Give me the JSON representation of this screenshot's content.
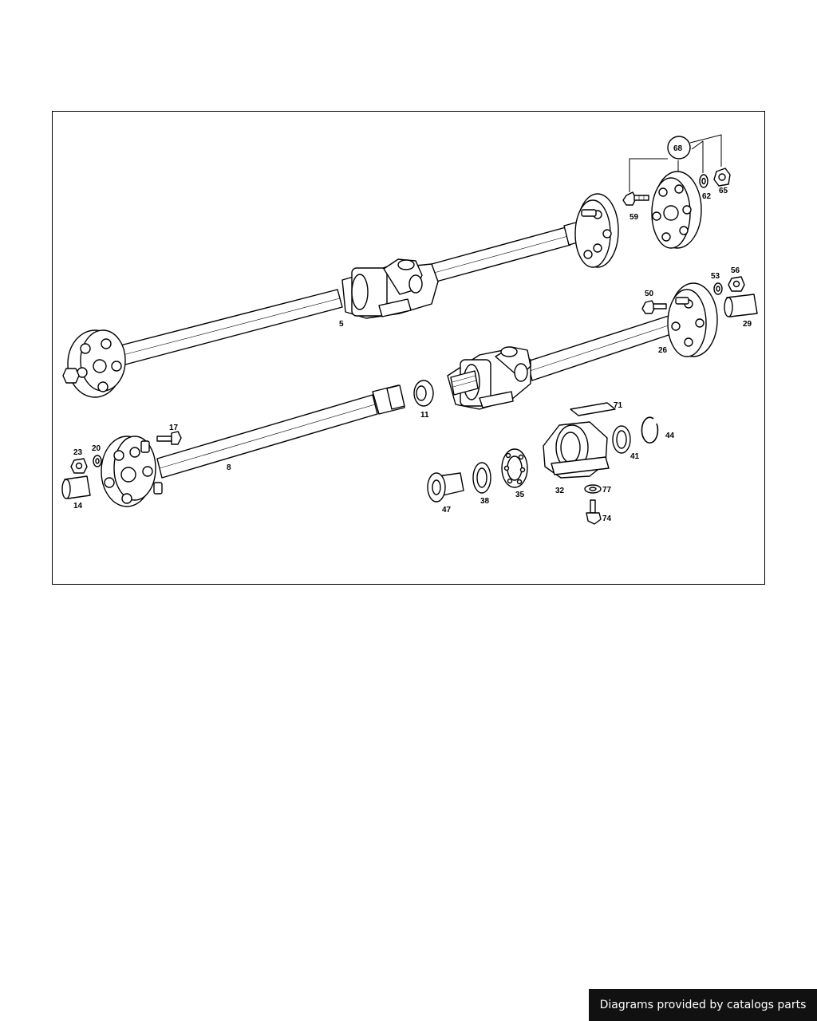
{
  "footer": {
    "credit": "Diagrams provided by catalogs parts"
  },
  "callouts": {
    "c5": "5",
    "c8": "8",
    "c11": "11",
    "c14": "14",
    "c17": "17",
    "c20": "20",
    "c23": "23",
    "c26": "26",
    "c29": "29",
    "c32": "32",
    "c35": "35",
    "c38": "38",
    "c41": "41",
    "c44": "44",
    "c47": "47",
    "c50": "50",
    "c53": "53",
    "c56": "56",
    "c59": "59",
    "c62": "62",
    "c65": "65",
    "c68": "68",
    "c71": "71",
    "c74": "74",
    "c77": "77"
  }
}
